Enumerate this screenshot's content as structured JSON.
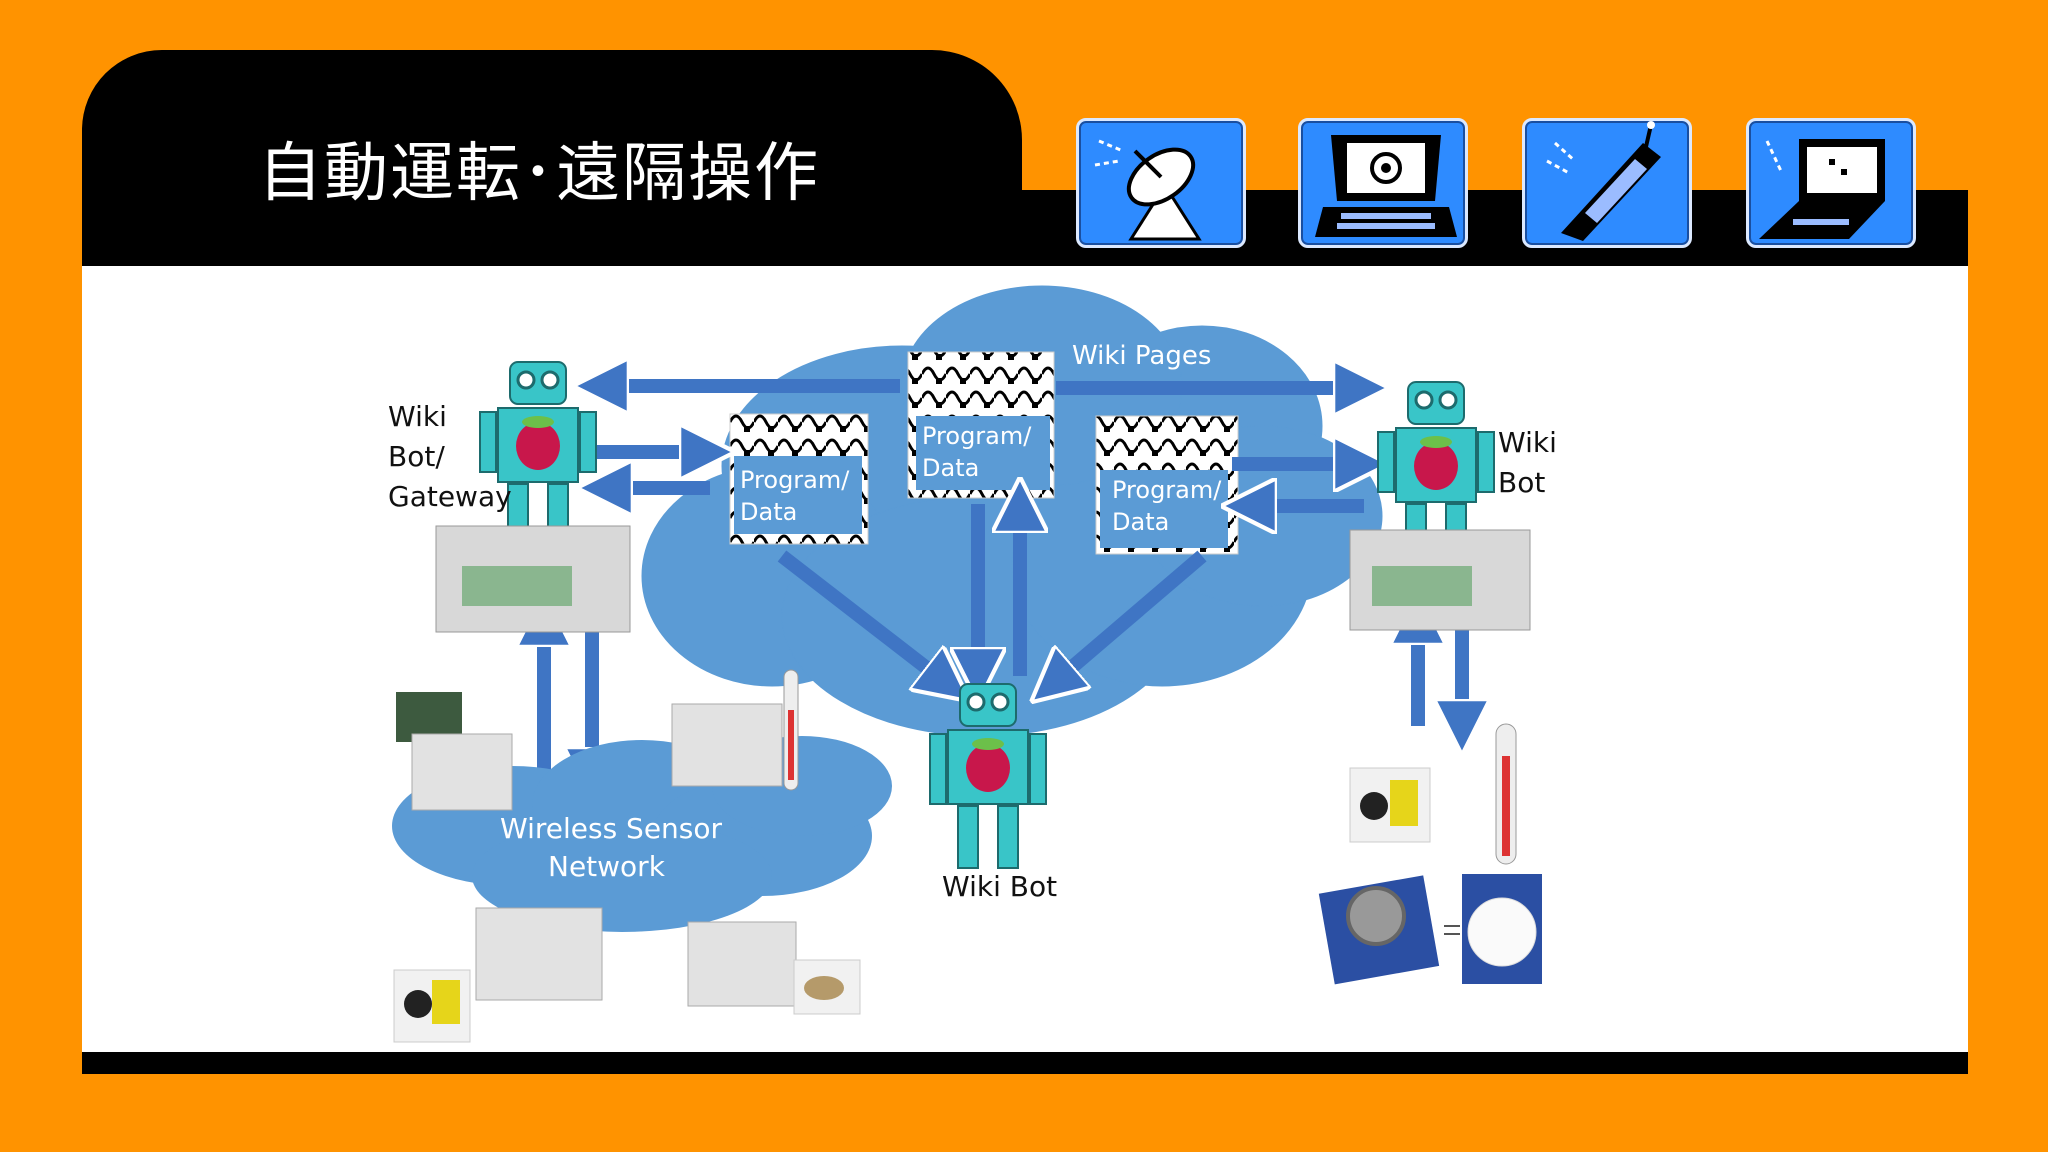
{
  "header": {
    "title": "自動運転･遠隔操作"
  },
  "icons": [
    {
      "name": "satellite-dish-icon"
    },
    {
      "name": "computer-email-icon"
    },
    {
      "name": "mobile-phone-icon"
    },
    {
      "name": "laptop-icon"
    }
  ],
  "diagram": {
    "cloud_label": "Wiki Pages",
    "program_data_label_line1": "Program/",
    "program_data_label_line2": "Data",
    "left_bot_label_line1": "Wiki",
    "left_bot_label_line2": "Bot/",
    "left_bot_label_line3": "Gateway",
    "right_bot_label_line1": "Wiki",
    "right_bot_label_line2": "Bot",
    "center_bot_label": "Wiki Bot",
    "wsn_label_line1": "Wireless Sensor",
    "wsn_label_line2": "Network"
  },
  "colors": {
    "background": "#FF9300",
    "cloud": "#5B9BD5",
    "robot": "#39C5C8",
    "raspberry": "#C8174B",
    "icon_tile": "#2E8BFF"
  }
}
